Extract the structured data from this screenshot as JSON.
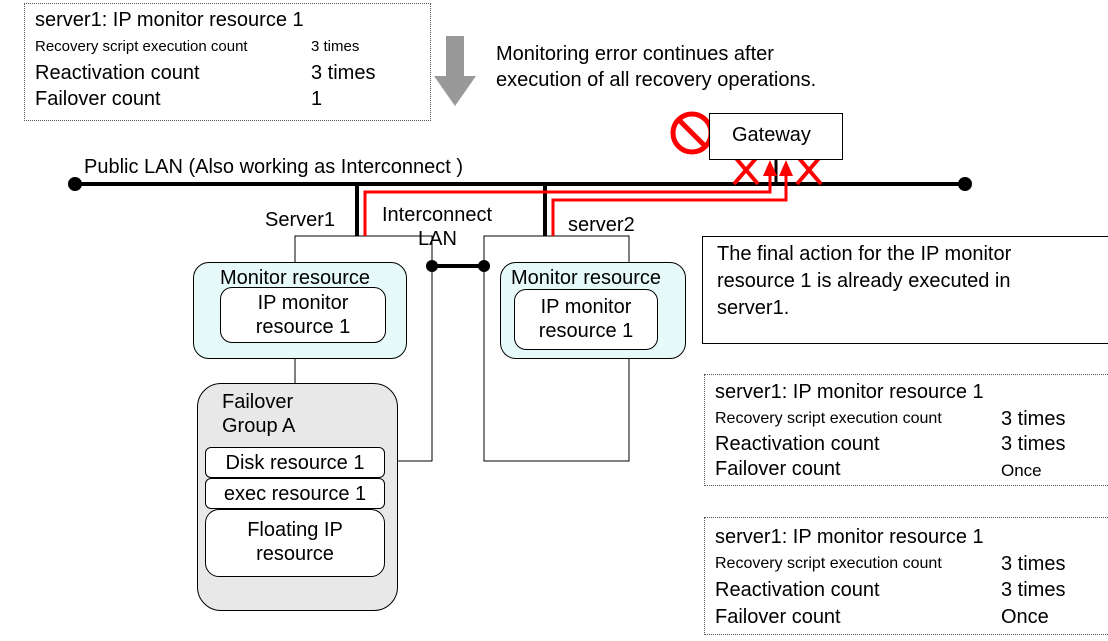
{
  "status_top": {
    "title": "server1: IP monitor resource 1",
    "rows": [
      {
        "name": "Recovery script execution count",
        "value": "3 times"
      },
      {
        "name": "Reactivation count",
        "value": "3 times"
      },
      {
        "name": "Failover count",
        "value": "1"
      }
    ]
  },
  "error_note": "Monitoring error continues after execution of all recovery operations.",
  "public_lan_label": "Public LAN (Also working as Interconnect )",
  "gateway_label": "Gateway",
  "server1_label": "Server1",
  "server2_label": "server2",
  "interconnect_label_line1": "Interconnect",
  "interconnect_label_line2": "LAN",
  "s1_monitor": {
    "label": "Monitor resource",
    "inner_line1": "IP monitor",
    "inner_line2": "resource 1"
  },
  "s2_monitor": {
    "label": "Monitor resource",
    "inner_line1": "IP monitor",
    "inner_line2": "resource 1"
  },
  "failover_group": {
    "label_line1": "Failover",
    "label_line2": "Group A",
    "disk": "Disk resource 1",
    "exec": "exec resource 1",
    "fip_line1": "Floating IP",
    "fip_line2": "resource"
  },
  "final_action_note": {
    "underlined": "The final action",
    "rest_line1": " for the IP monitor",
    "line2": "resource 1 is already executed in",
    "line3": "server1."
  },
  "status_mid": {
    "title": "server1: IP monitor resource 1",
    "rows": [
      {
        "name": "Recovery script execution count",
        "value": "3 times"
      },
      {
        "name": "Reactivation count",
        "value": "3 times"
      },
      {
        "name": "Failover count",
        "value": "Once"
      }
    ]
  },
  "status_bottom": {
    "title": "server1: IP monitor resource 1",
    "rows": [
      {
        "name": "Recovery script execution count",
        "value": "3 times"
      },
      {
        "name": "Reactivation count",
        "value": "3 times"
      },
      {
        "name": "Failover count",
        "value": "Once"
      }
    ]
  },
  "colors": {
    "red_path": "#ff0000",
    "monitor_fill": "#e6fafa",
    "group_fill": "#e8e8e8",
    "arrow_gray": "#999999"
  }
}
